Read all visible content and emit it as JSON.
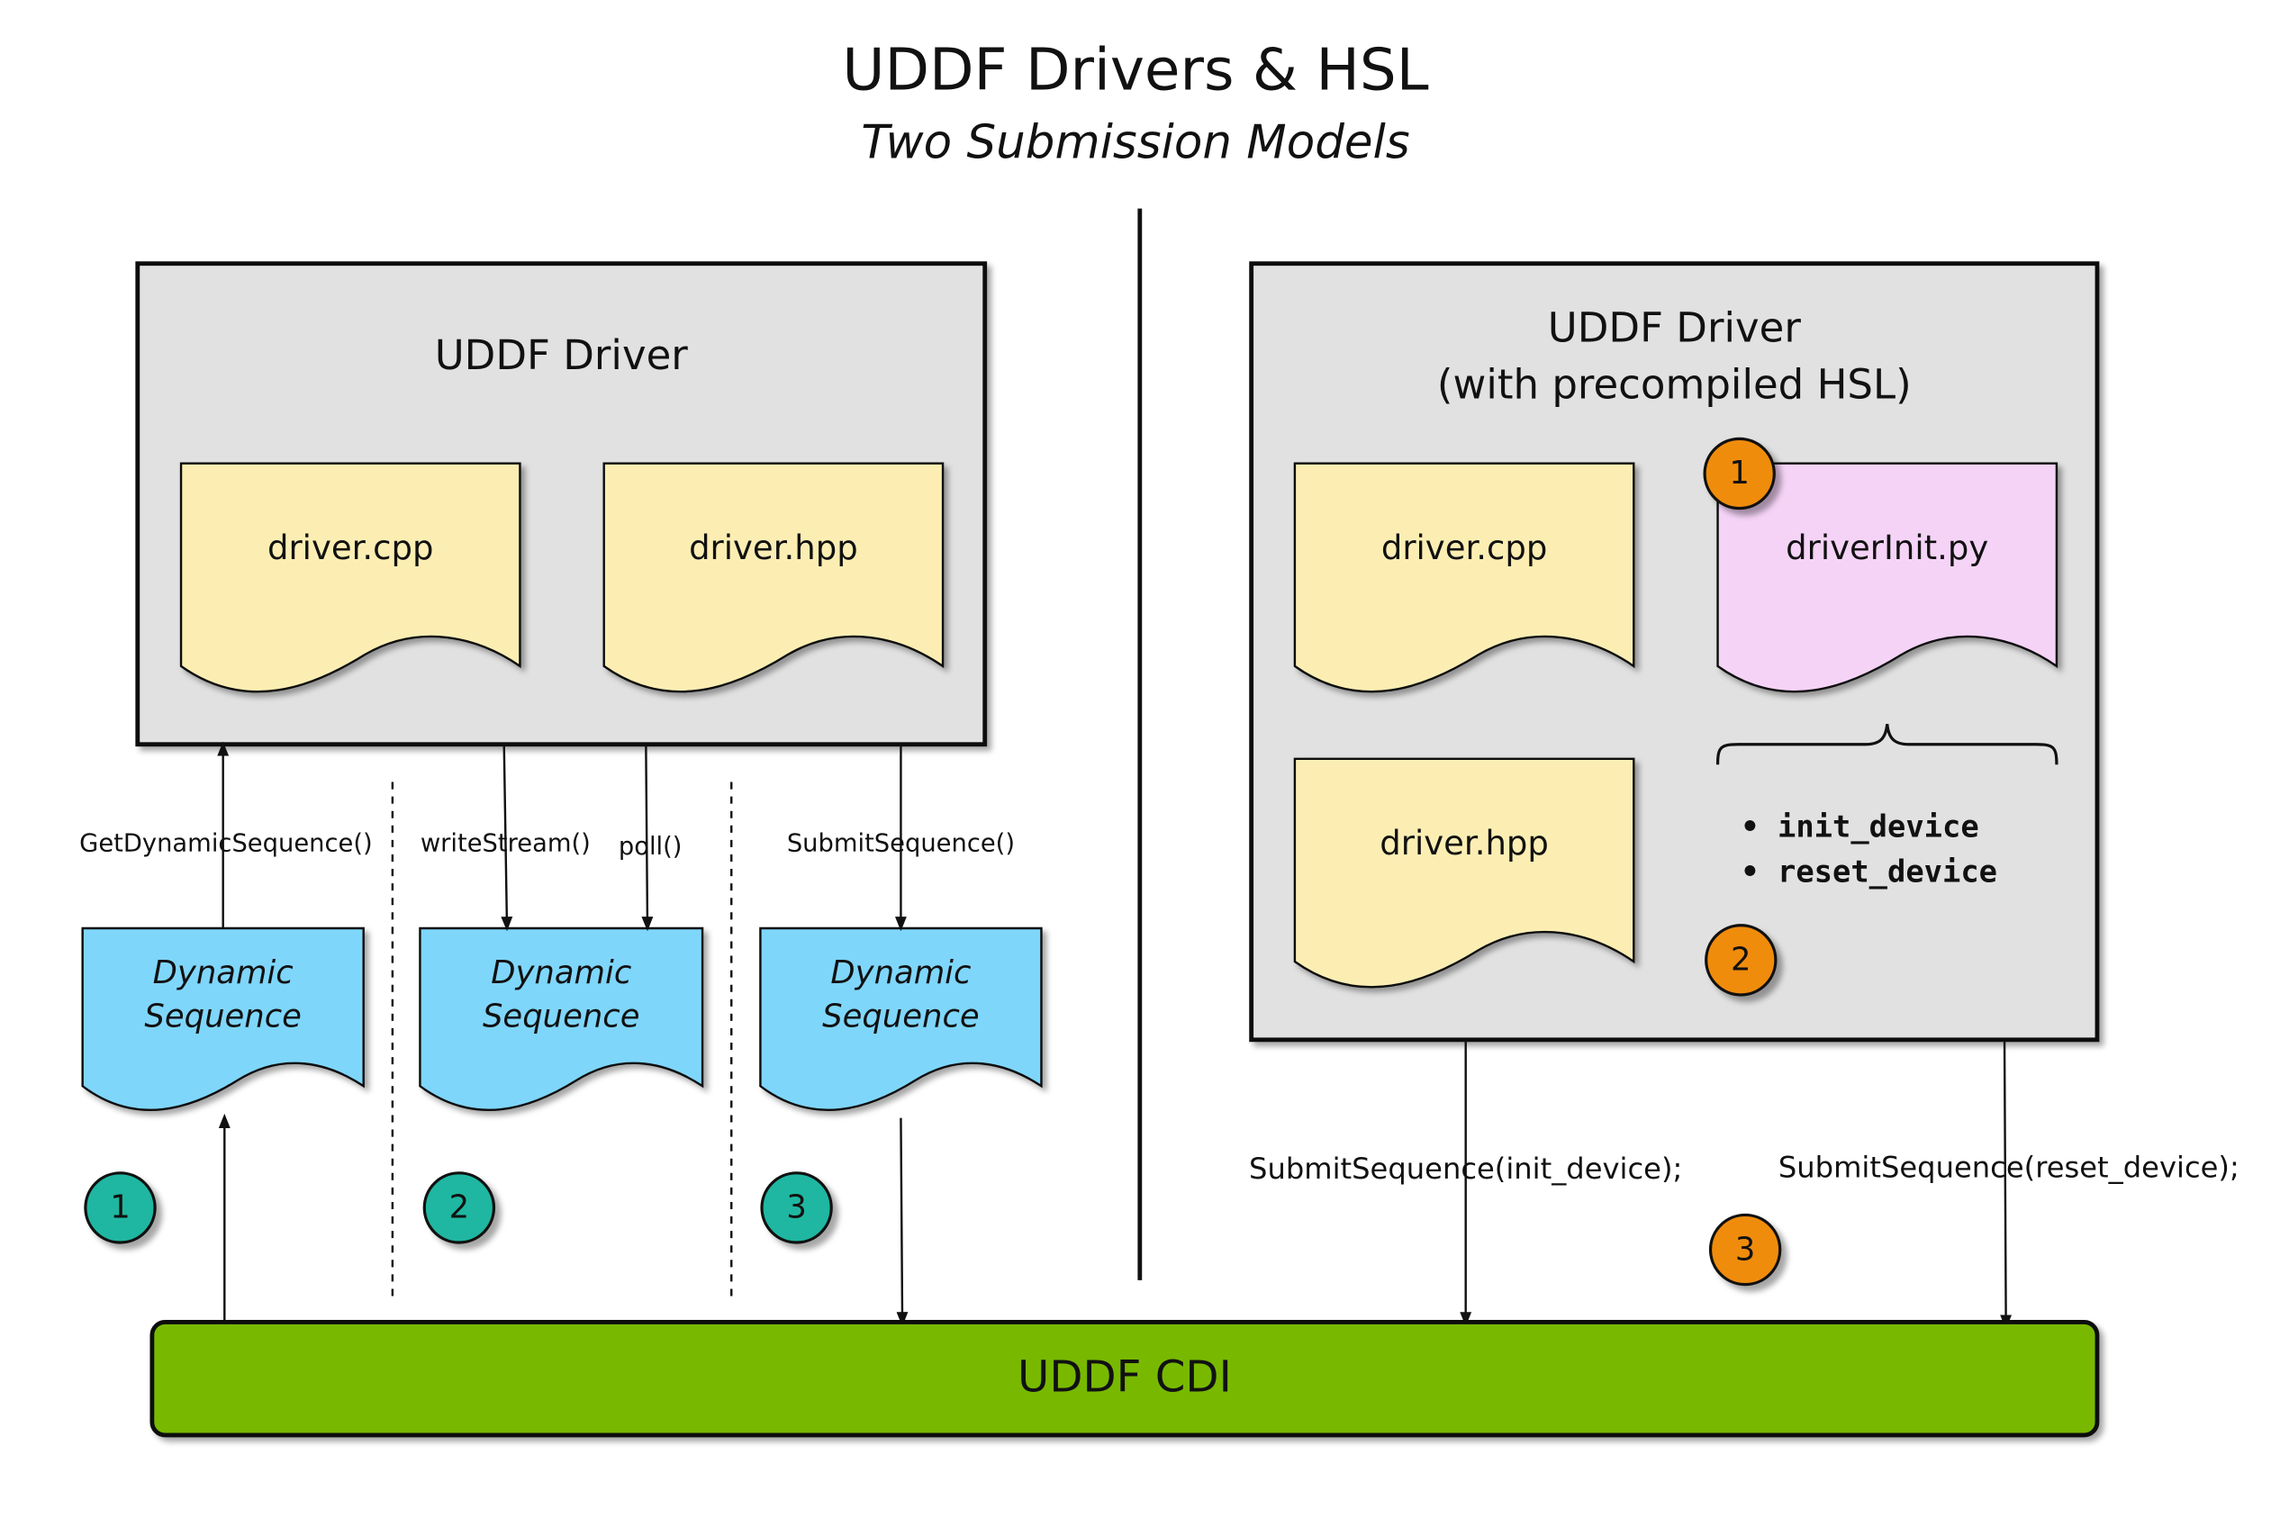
{
  "title": "UDDF Drivers & HSL",
  "subtitle": "Two Submission Models",
  "left": {
    "driver_title": "UDDF Driver",
    "files": [
      "driver.cpp",
      "driver.hpp"
    ],
    "sequences": [
      {
        "line1": "Dynamic",
        "line2": "Sequence"
      },
      {
        "line1": "Dynamic",
        "line2": "Sequence"
      },
      {
        "line1": "Dynamic",
        "line2": "Sequence"
      }
    ],
    "calls": [
      "GetDynamicSequence()",
      "writeStream()",
      "poll()",
      "SubmitSequence()"
    ],
    "steps": [
      "1",
      "2",
      "3"
    ]
  },
  "right": {
    "driver_title_line1": "UDDF Driver",
    "driver_title_line2": "(with precompiled HSL)",
    "files": [
      "driver.cpp",
      "driverInit.py",
      "driver.hpp"
    ],
    "functions": [
      "init_device",
      "reset_device"
    ],
    "calls": [
      "SubmitSequence(init_device);",
      "SubmitSequence(reset_device);"
    ],
    "steps": [
      "1",
      "2",
      "3"
    ]
  },
  "cdi_label": "UDDF CDI",
  "colors": {
    "doc_yellow": "#fceeb3",
    "doc_pink": "#f5d3f7",
    "doc_blue": "#7fd6fb",
    "box_gray": "#e1e1e1",
    "cdi_green": "#78b900",
    "badge_teal": "#1fb7a1",
    "badge_orange": "#f08c0c"
  }
}
